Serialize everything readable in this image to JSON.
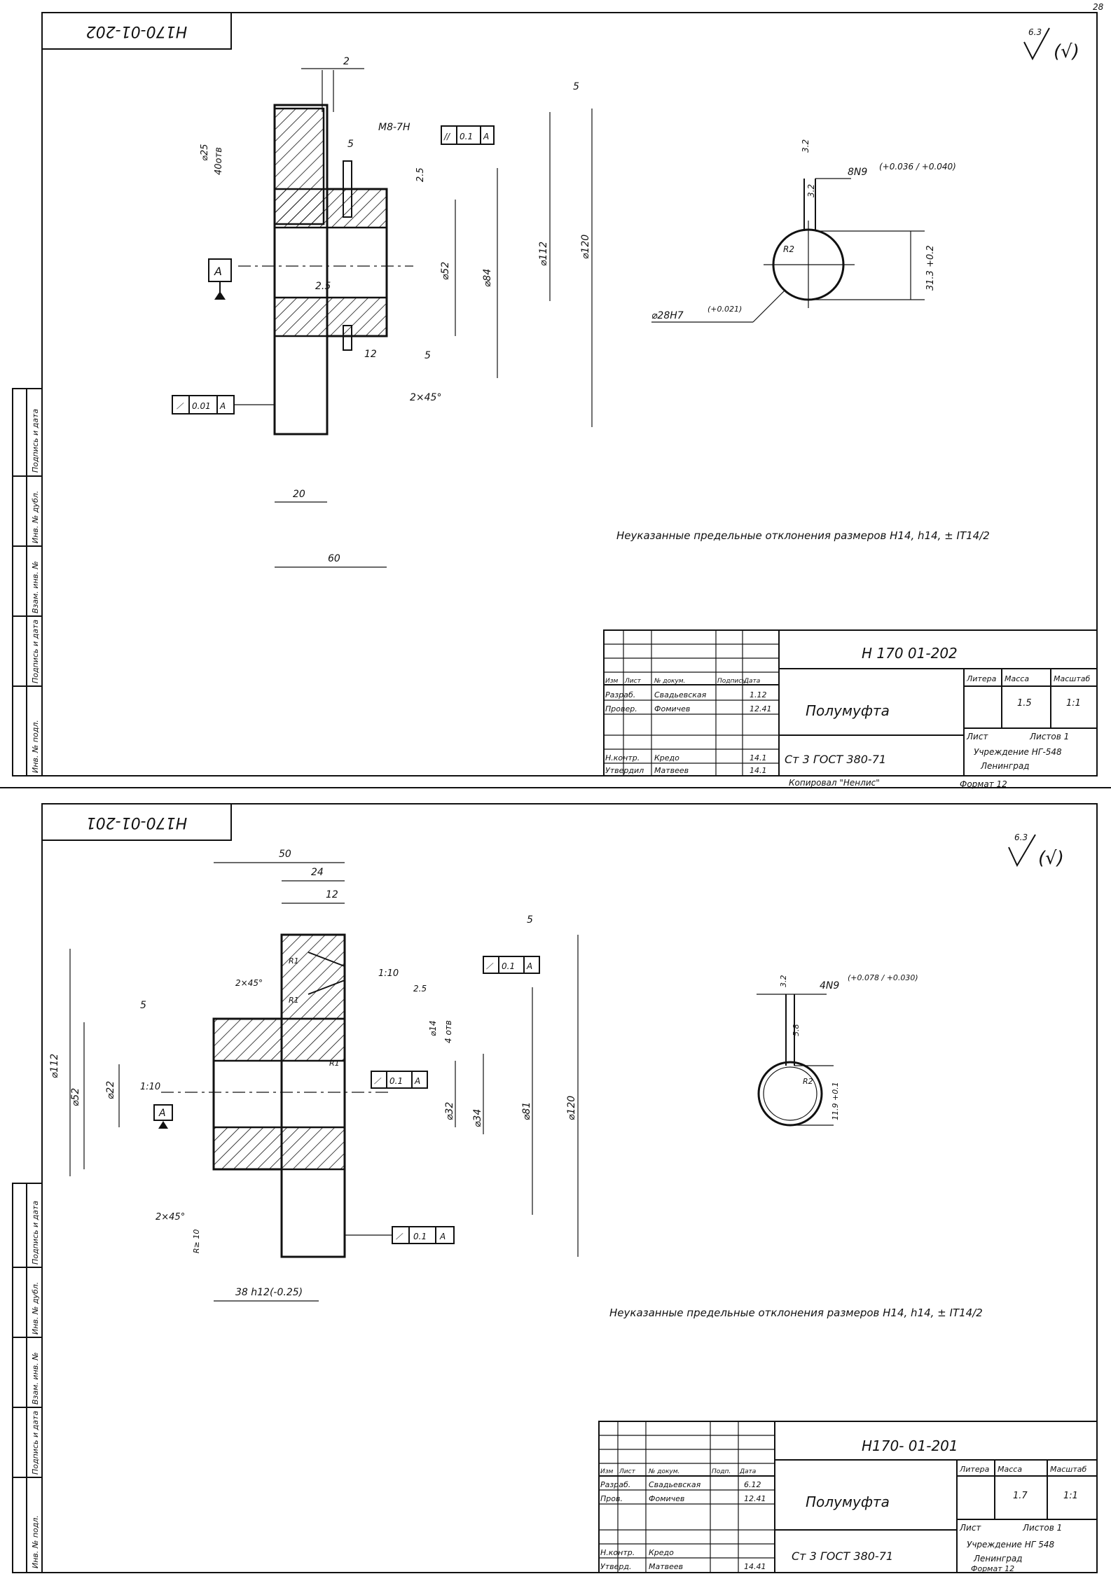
{
  "corner_mark": "28",
  "sheet1": {
    "stamp_code": "Н170-01-202",
    "roughness_general": "6.3",
    "roughness_general_extra": "(√)",
    "surface_roughness": "5",
    "dims": {
      "d1": "2",
      "d2": "M8-7H",
      "d3": "5",
      "d4": "⌀25",
      "d5": "40отв",
      "d6": "2.5",
      "d7": "⌀52",
      "d8": "⌀84",
      "d9": "⌀112",
      "d10": "⌀120",
      "d11": "2.5",
      "d12": "12",
      "d13": "2×45°",
      "d14": "20",
      "d15": "60",
      "d16": "5"
    },
    "tolerance_frames": [
      {
        "sym": "//",
        "val": "0.1",
        "base": "A"
      },
      {
        "sym": "⟋",
        "val": "0.01",
        "base": "A"
      }
    ],
    "datum": "A",
    "keyway": {
      "r1": "3.2",
      "width": "8N9",
      "width_tol": "(+0.036 / +0.040)",
      "depth_label": "3.2",
      "radius": "R2",
      "height": "31.3 +0.2",
      "bore": "⌀28H7",
      "bore_tol": "(+0.021)"
    },
    "note": "Неуказанные предельные отклонения размеров H14, h14, ± IT14/2",
    "title_block": {
      "code": "Н 170  01-202",
      "name": "Полумуфта",
      "material": "Ст 3 ГОСТ 380-71",
      "head_lit": "Литера",
      "head_mass": "Масса",
      "head_scale": "Масштаб",
      "mass": "1.5",
      "scale": "1:1",
      "sheet": "Лист",
      "sheets": "Листов 1",
      "org1": "Учреждение НГ-548",
      "org2": "Ленинград",
      "copied": "Копировал \"Ненлис\"",
      "format": "Формат 12",
      "rows": [
        [
          "Изм",
          "Лист",
          "№ докум.",
          "Подпись",
          "Дата"
        ],
        [
          "Разраб.",
          "Свадьевская",
          "",
          "1.12"
        ],
        [
          "Провер.",
          "Фомичев",
          "",
          "12.41"
        ],
        [
          "Н.контр.",
          "Кредо",
          "",
          "14.1"
        ],
        [
          "Утвердил",
          "Матвеев",
          "",
          "14.1"
        ]
      ]
    },
    "side_stamp": [
      "Инв. № подл.",
      "Подпись и дата",
      "Взам. инв. №",
      "Инв. № дубл.",
      "Подпись и дата"
    ]
  },
  "sheet2": {
    "stamp_code": "Н170-01-201",
    "roughness_general": "6.3",
    "roughness_general_extra": "(√)",
    "surface_roughness": "5",
    "dims": {
      "a1": "50",
      "a2": "24",
      "a3": "12",
      "a4": "2×45°",
      "a5": "R1",
      "a6": "R1",
      "a7": "1:10",
      "a8": "2.5",
      "a9": "⌀14",
      "a10": "4 отв",
      "a11": "R1",
      "a12": "⌀112",
      "a13": "⌀52",
      "a14": "⌀22",
      "a15": "1:10",
      "a16": "⌀32",
      "a17": "⌀34",
      "a18": "⌀81",
      "a19": "⌀120",
      "a20": "2×45°",
      "a21": "R≥ 10",
      "a22": "38 h12(-0.25)",
      "a23": "5",
      "a24": "5"
    },
    "tolerance_frames": [
      {
        "sym": "⟋",
        "val": "0.1",
        "base": "A"
      },
      {
        "sym": "⟋",
        "val": "0.1",
        "base": "A"
      },
      {
        "sym": "⟋",
        "val": "0.1",
        "base": "A"
      }
    ],
    "datum": "A",
    "keyway": {
      "r1": "3.2",
      "width": "4N9",
      "width_tol": "(+0.078 / +0.030)",
      "depth_label": "5.8",
      "radius": "R2",
      "height": "11.9 +0.1"
    },
    "note": "Неуказанные предельные отклонения размеров H14, h14, ± IT14/2",
    "title_block": {
      "code": "Н170- 01-201",
      "name": "Полумуфта",
      "material": "Ст 3 ГОСТ 380-71",
      "head_lit": "Литера",
      "head_mass": "Масса",
      "head_scale": "Масштаб",
      "mass": "1.7",
      "scale": "1:1",
      "sheet": "Лист",
      "sheets": "Листов 1",
      "org1": "Учреждение НГ 548",
      "org2": "Ленинград",
      "format": "Формат 12",
      "rows": [
        [
          "Изм",
          "Лист",
          "№ докум.",
          "Подп.",
          "Дата"
        ],
        [
          "Разраб.",
          "Свадьевская",
          "",
          "6.12"
        ],
        [
          "Пров.",
          "Фомичев",
          "",
          "12.41"
        ],
        [
          "Н.контр.",
          "Кредо",
          "",
          ""
        ],
        [
          "Утверд.",
          "Матвеев",
          "",
          "14.41"
        ]
      ]
    },
    "side_stamp": [
      "Инв. № подл.",
      "Подпись и дата",
      "Взам. инв. №",
      "Инв. № дубл.",
      "Подпись и дата"
    ]
  }
}
